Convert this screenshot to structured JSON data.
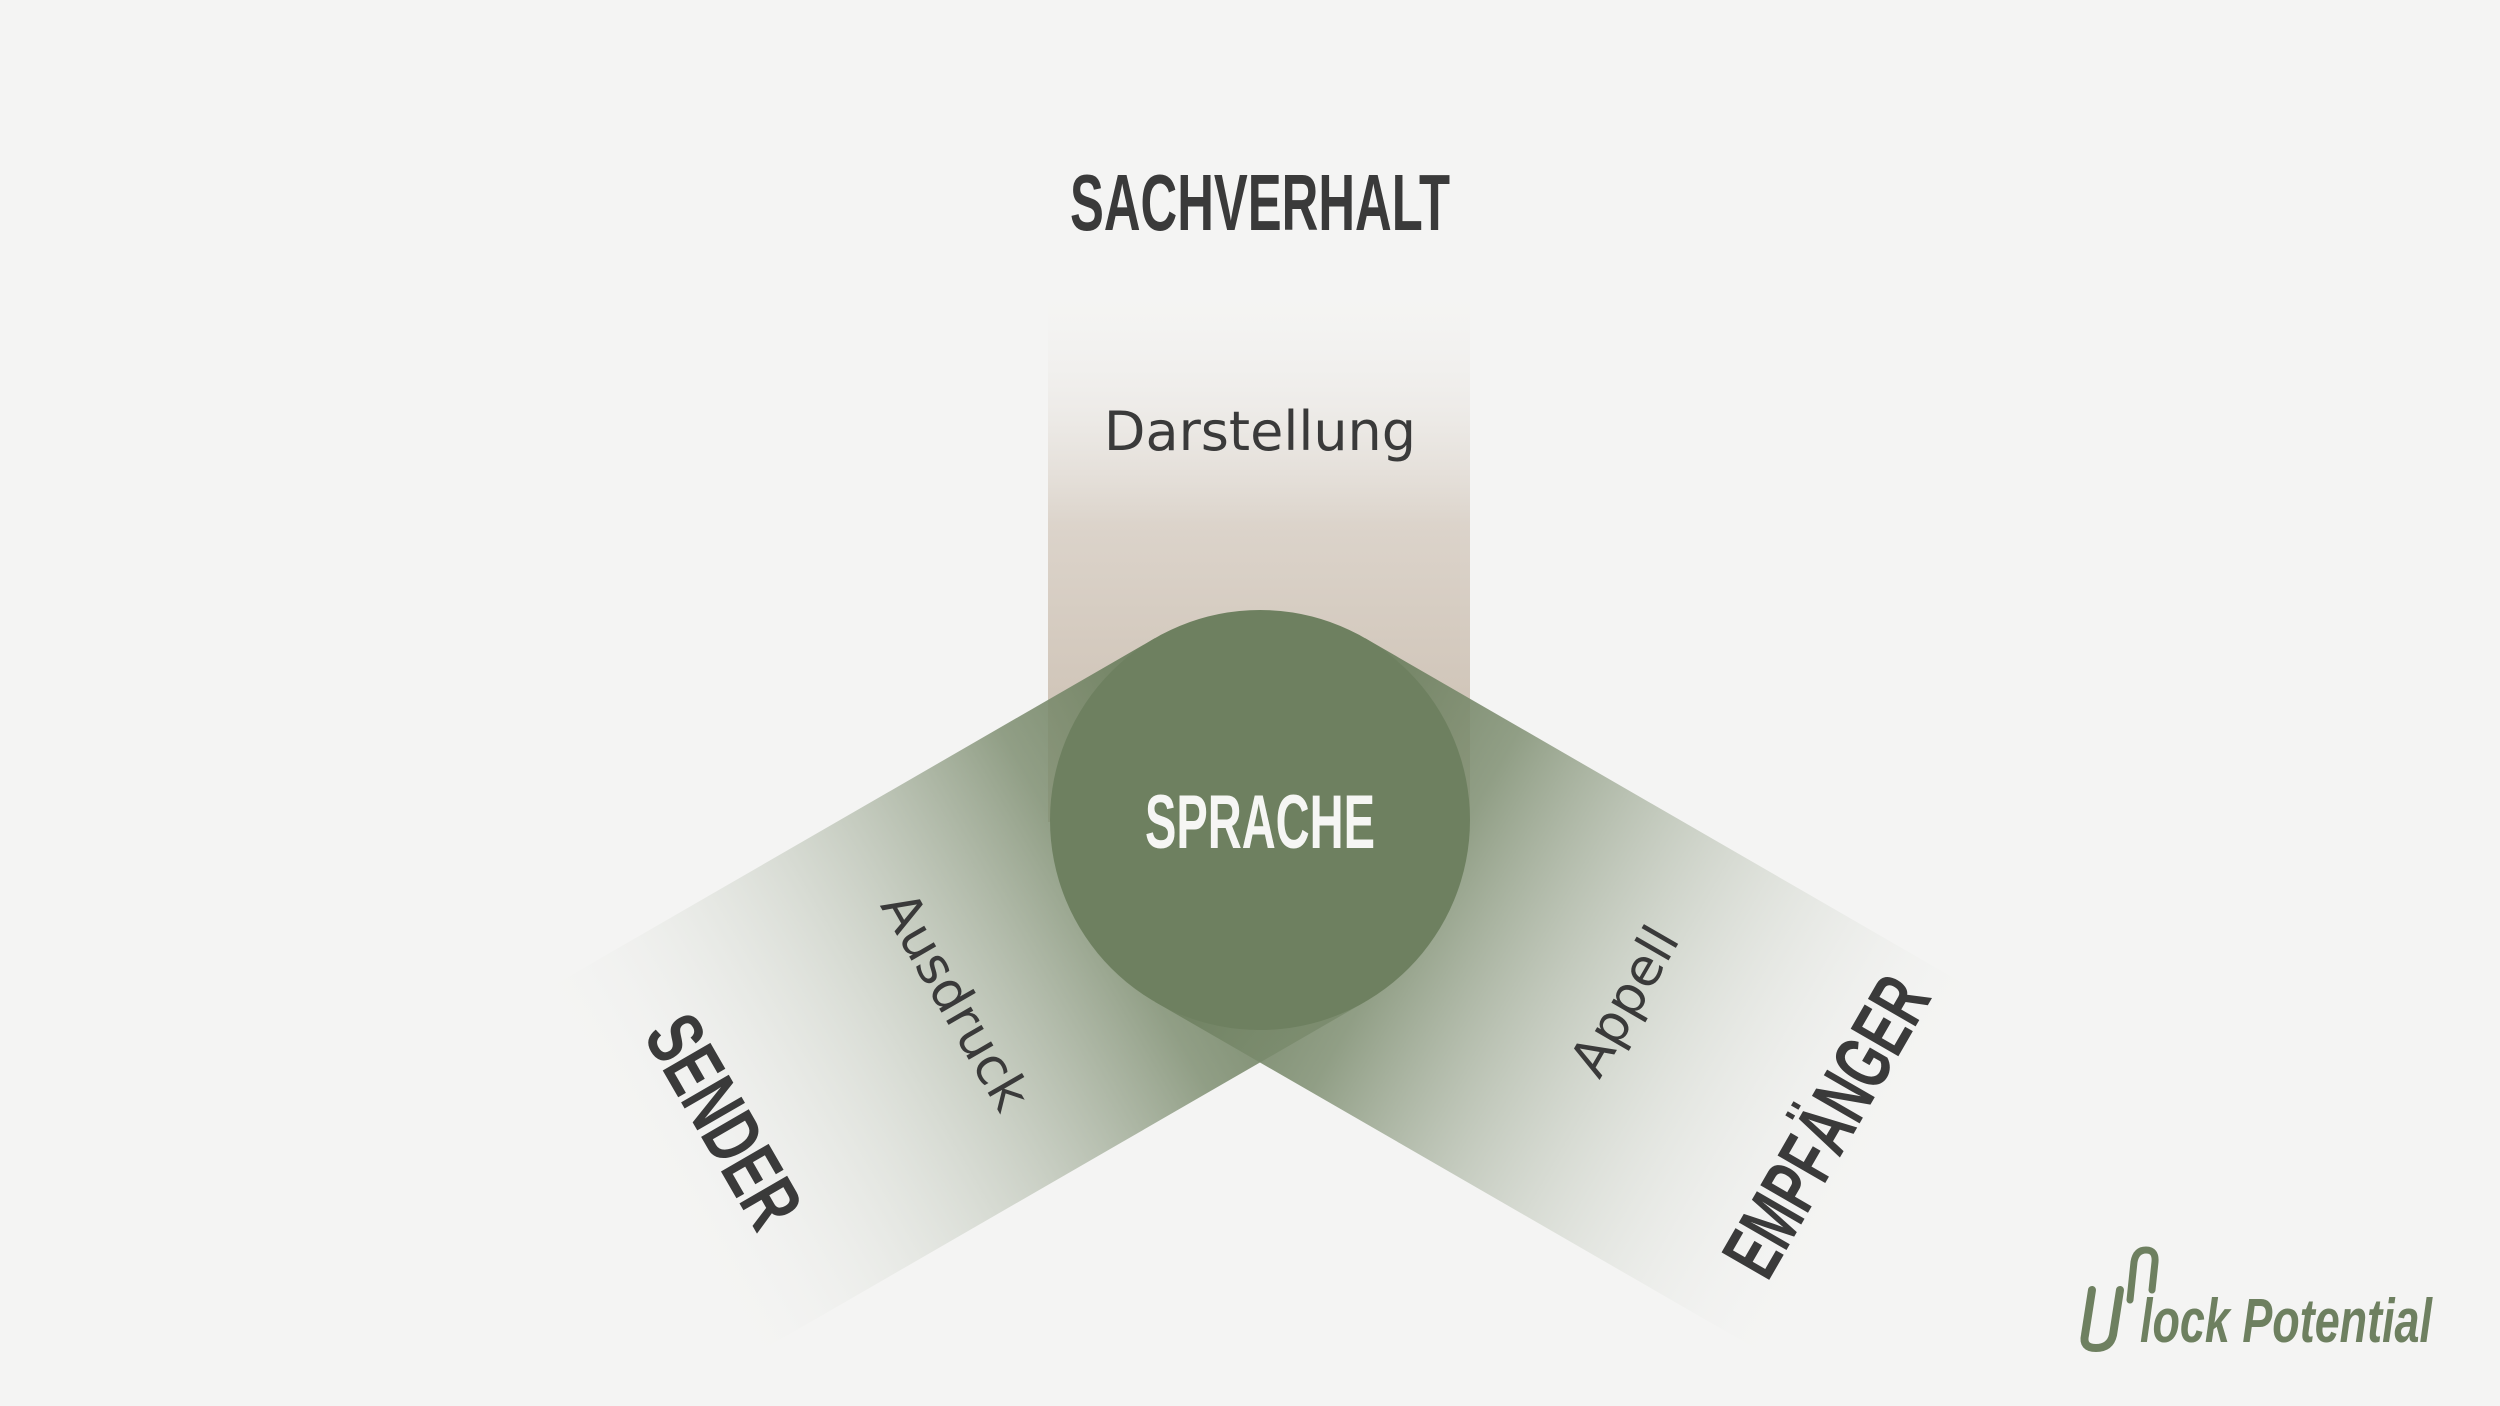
{
  "diagram": {
    "center_label": "SPRACHE",
    "top": {
      "heading": "SACHVERHALT",
      "function": "Darstellung"
    },
    "left": {
      "heading": "SENDER",
      "function": "Ausdruck"
    },
    "right": {
      "heading": "EMPFÄNGER",
      "function": "Appell"
    }
  },
  "logo": {
    "text": "lock Potential"
  },
  "colors": {
    "background": "#f4f4f3",
    "accent_green": "#6e8060",
    "beige": "#c9bbad",
    "text_dark": "#3a3a3a",
    "center_text": "#f6f6f4"
  }
}
